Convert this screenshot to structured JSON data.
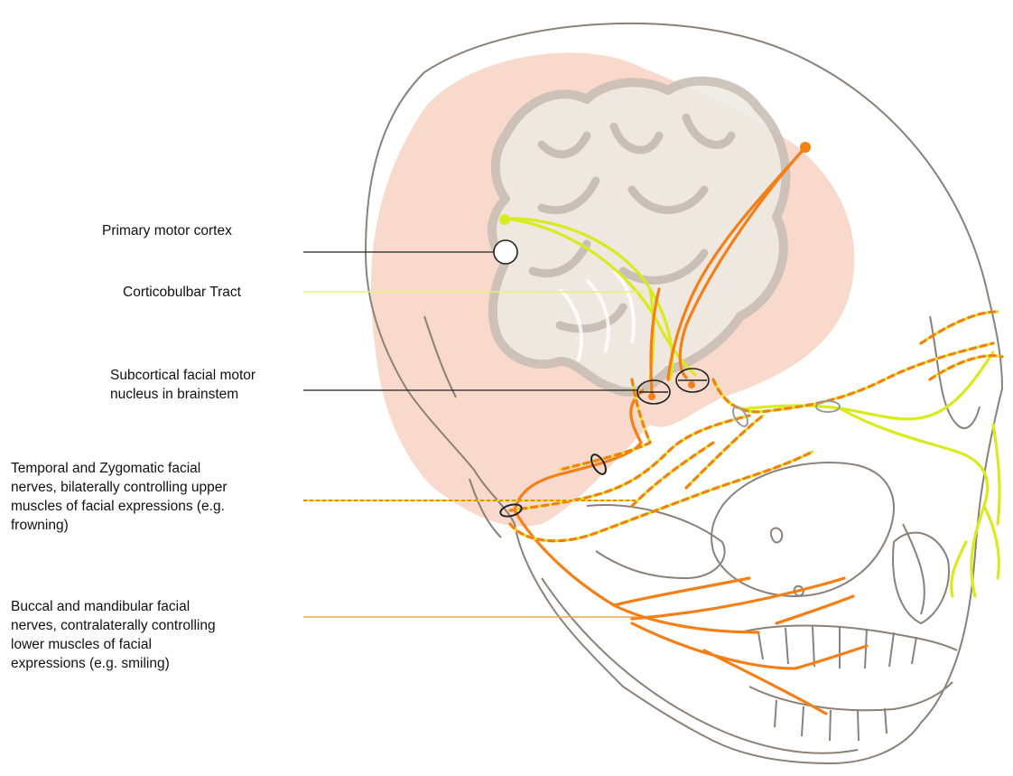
{
  "labels": {
    "primary_motor_cortex": "Primary motor cortex",
    "corticobulbar_tract": "Corticobulbar Tract",
    "nucleus": [
      "Subcortical facial motor",
      "nucleus in brainstem"
    ],
    "upper_nerves": [
      "Temporal and Zygomatic facial",
      "nerves, bilaterally controlling upper",
      "muscles of facial expressions (e.g.",
      "frowning)"
    ],
    "lower_nerves": [
      "Buccal and mandibular facial",
      "nerves, contralaterally controlling",
      "lower muscles of facial",
      "expressions (e.g. smiling)"
    ]
  },
  "colors": {
    "skull_outline": "#8a8178",
    "brain_fill": "#f8d9cc",
    "brain_inner": "#efeae4",
    "brain_outline": "#c9bfb6",
    "yellow_pathway": "#d9ea1e",
    "orange_pathway": "#f57f17",
    "leader_black": "#222222",
    "leader_yellow": "#e6ef7a",
    "leader_orange": "#f5a54a"
  }
}
